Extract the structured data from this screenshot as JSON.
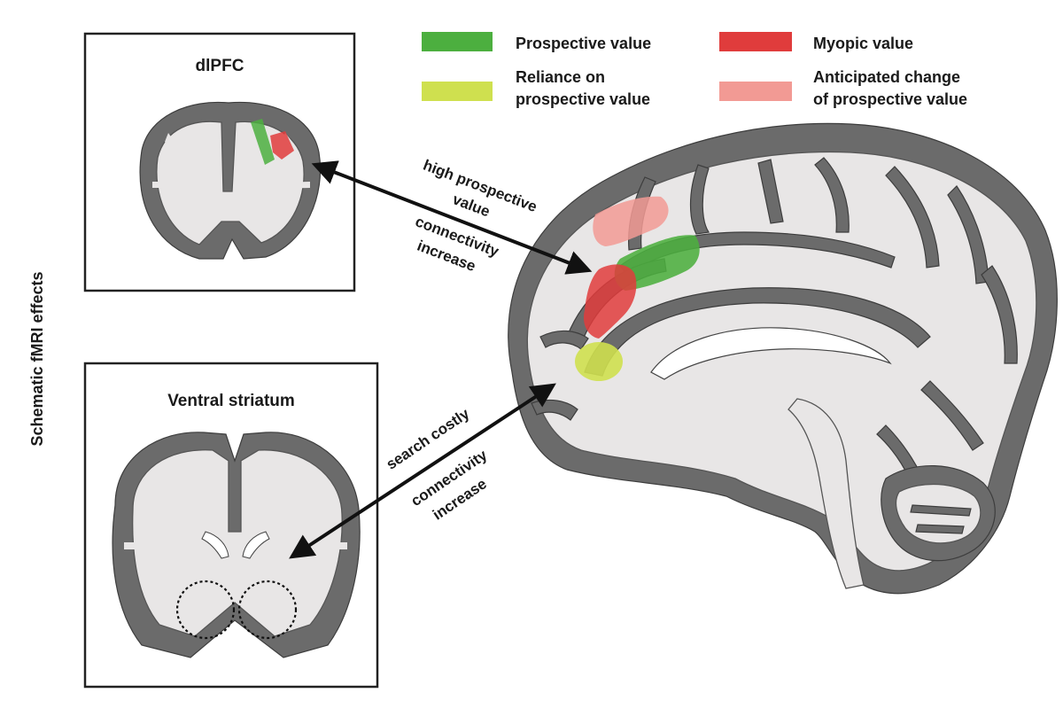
{
  "side_label": "Schematic fMRI effects",
  "panels": {
    "top": {
      "title": "dlPFC"
    },
    "bottom": {
      "title": "Ventral striatum"
    }
  },
  "legend": [
    {
      "color": "#4caf3f",
      "label_lines": [
        "Prospective value"
      ]
    },
    {
      "color": "#cfe04f",
      "label_lines": [
        "Reliance on",
        "prospective value"
      ]
    },
    {
      "color": "#e03c3c",
      "label_lines": [
        "Myopic value"
      ]
    },
    {
      "color": "#f29a94",
      "label_lines": [
        "Anticipated change",
        "of prospective value"
      ]
    }
  ],
  "arrow_labels": {
    "upper": [
      "high prospective",
      "value",
      "connectivity",
      "increase"
    ],
    "lower": [
      "search costly",
      "connectivity",
      "increase"
    ]
  },
  "colors": {
    "prospective": "#4caf3f",
    "reliance": "#cfe04f",
    "myopic": "#e03c3c",
    "anticipated": "#f29a94",
    "cortex": "#6b6b6b",
    "white_matter": "#e8e6e6"
  }
}
